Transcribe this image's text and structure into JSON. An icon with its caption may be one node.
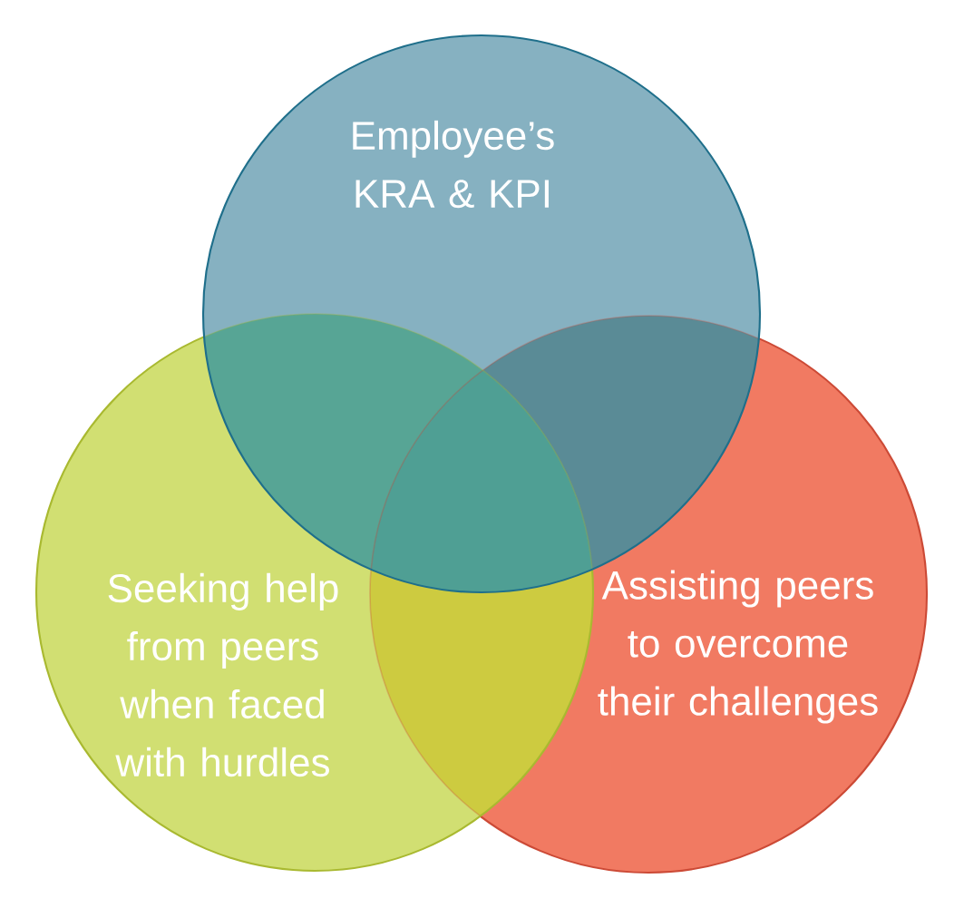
{
  "diagram": {
    "nodes": [
      {
        "text": [
          "Employee’s KRA & KPI"
        ]
      },
      {
        "text": [
          "Seeking help from peers when faced with hurdles"
        ]
      },
      {
        "text": [
          "Assisting peers to overcome their challenges"
        ]
      }
    ]
  }
}
